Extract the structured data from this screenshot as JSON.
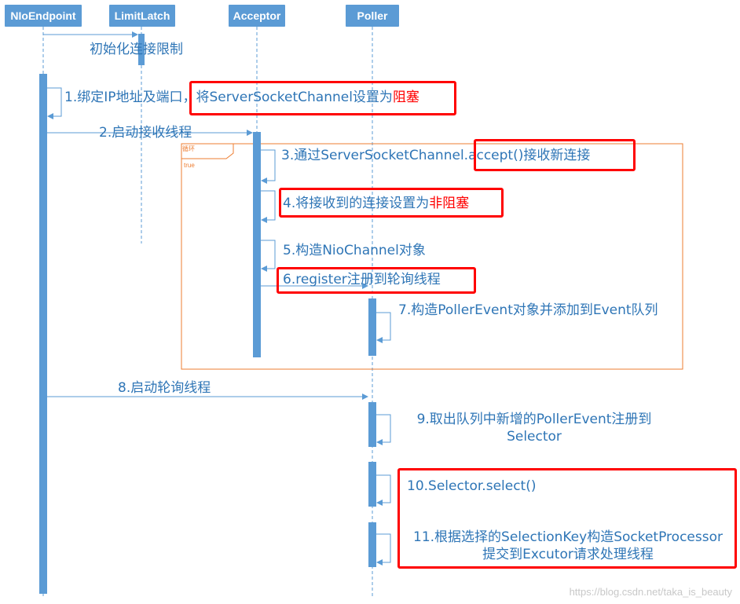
{
  "participants": [
    {
      "id": "nioendpoint",
      "label": "NIoEndpoint"
    },
    {
      "id": "limitlatch",
      "label": "LimitLatch"
    },
    {
      "id": "acceptor",
      "label": "Acceptor"
    },
    {
      "id": "poller",
      "label": "Poller"
    }
  ],
  "loop": {
    "label": "循环",
    "guard": "true"
  },
  "messages": {
    "m0": {
      "text": "初始化连接限制"
    },
    "m1": {
      "text": "1.绑定IP地址及端口，将ServerSocketChannel设置为",
      "highlight": "阻塞"
    },
    "m2": {
      "text": "2.启动接收线程"
    },
    "m3": {
      "text": "3.通过ServerSocketChannel.accept()接收新连接"
    },
    "m4": {
      "text": "4.将接收到的连接设置为",
      "highlight": "非阻塞"
    },
    "m5": {
      "text": "5.构造NioChannel对象"
    },
    "m6": {
      "text": "6.register注册到轮询线程"
    },
    "m7": {
      "text": "7.构造PollerEvent对象并添加到Event队列"
    },
    "m8": {
      "text": "8.启动轮询线程"
    },
    "m9": {
      "line1": "9.取出队列中新增的PollerEvent注册到",
      "line2": "Selector"
    },
    "m10": {
      "text": "10.Selector.select()"
    },
    "m11": {
      "line1": "11.根据选择的SelectionKey构造SocketProcessor",
      "line2": "提交到Excutor请求处理线程"
    }
  },
  "colors": {
    "participant": "#5b9bd5",
    "arrow": "#5b9bd5",
    "text": "#2e75b6",
    "highlight": "#ff0000",
    "loop": "#ed7d31"
  },
  "watermark": "https://blog.csdn.net/taka_is_beauty"
}
